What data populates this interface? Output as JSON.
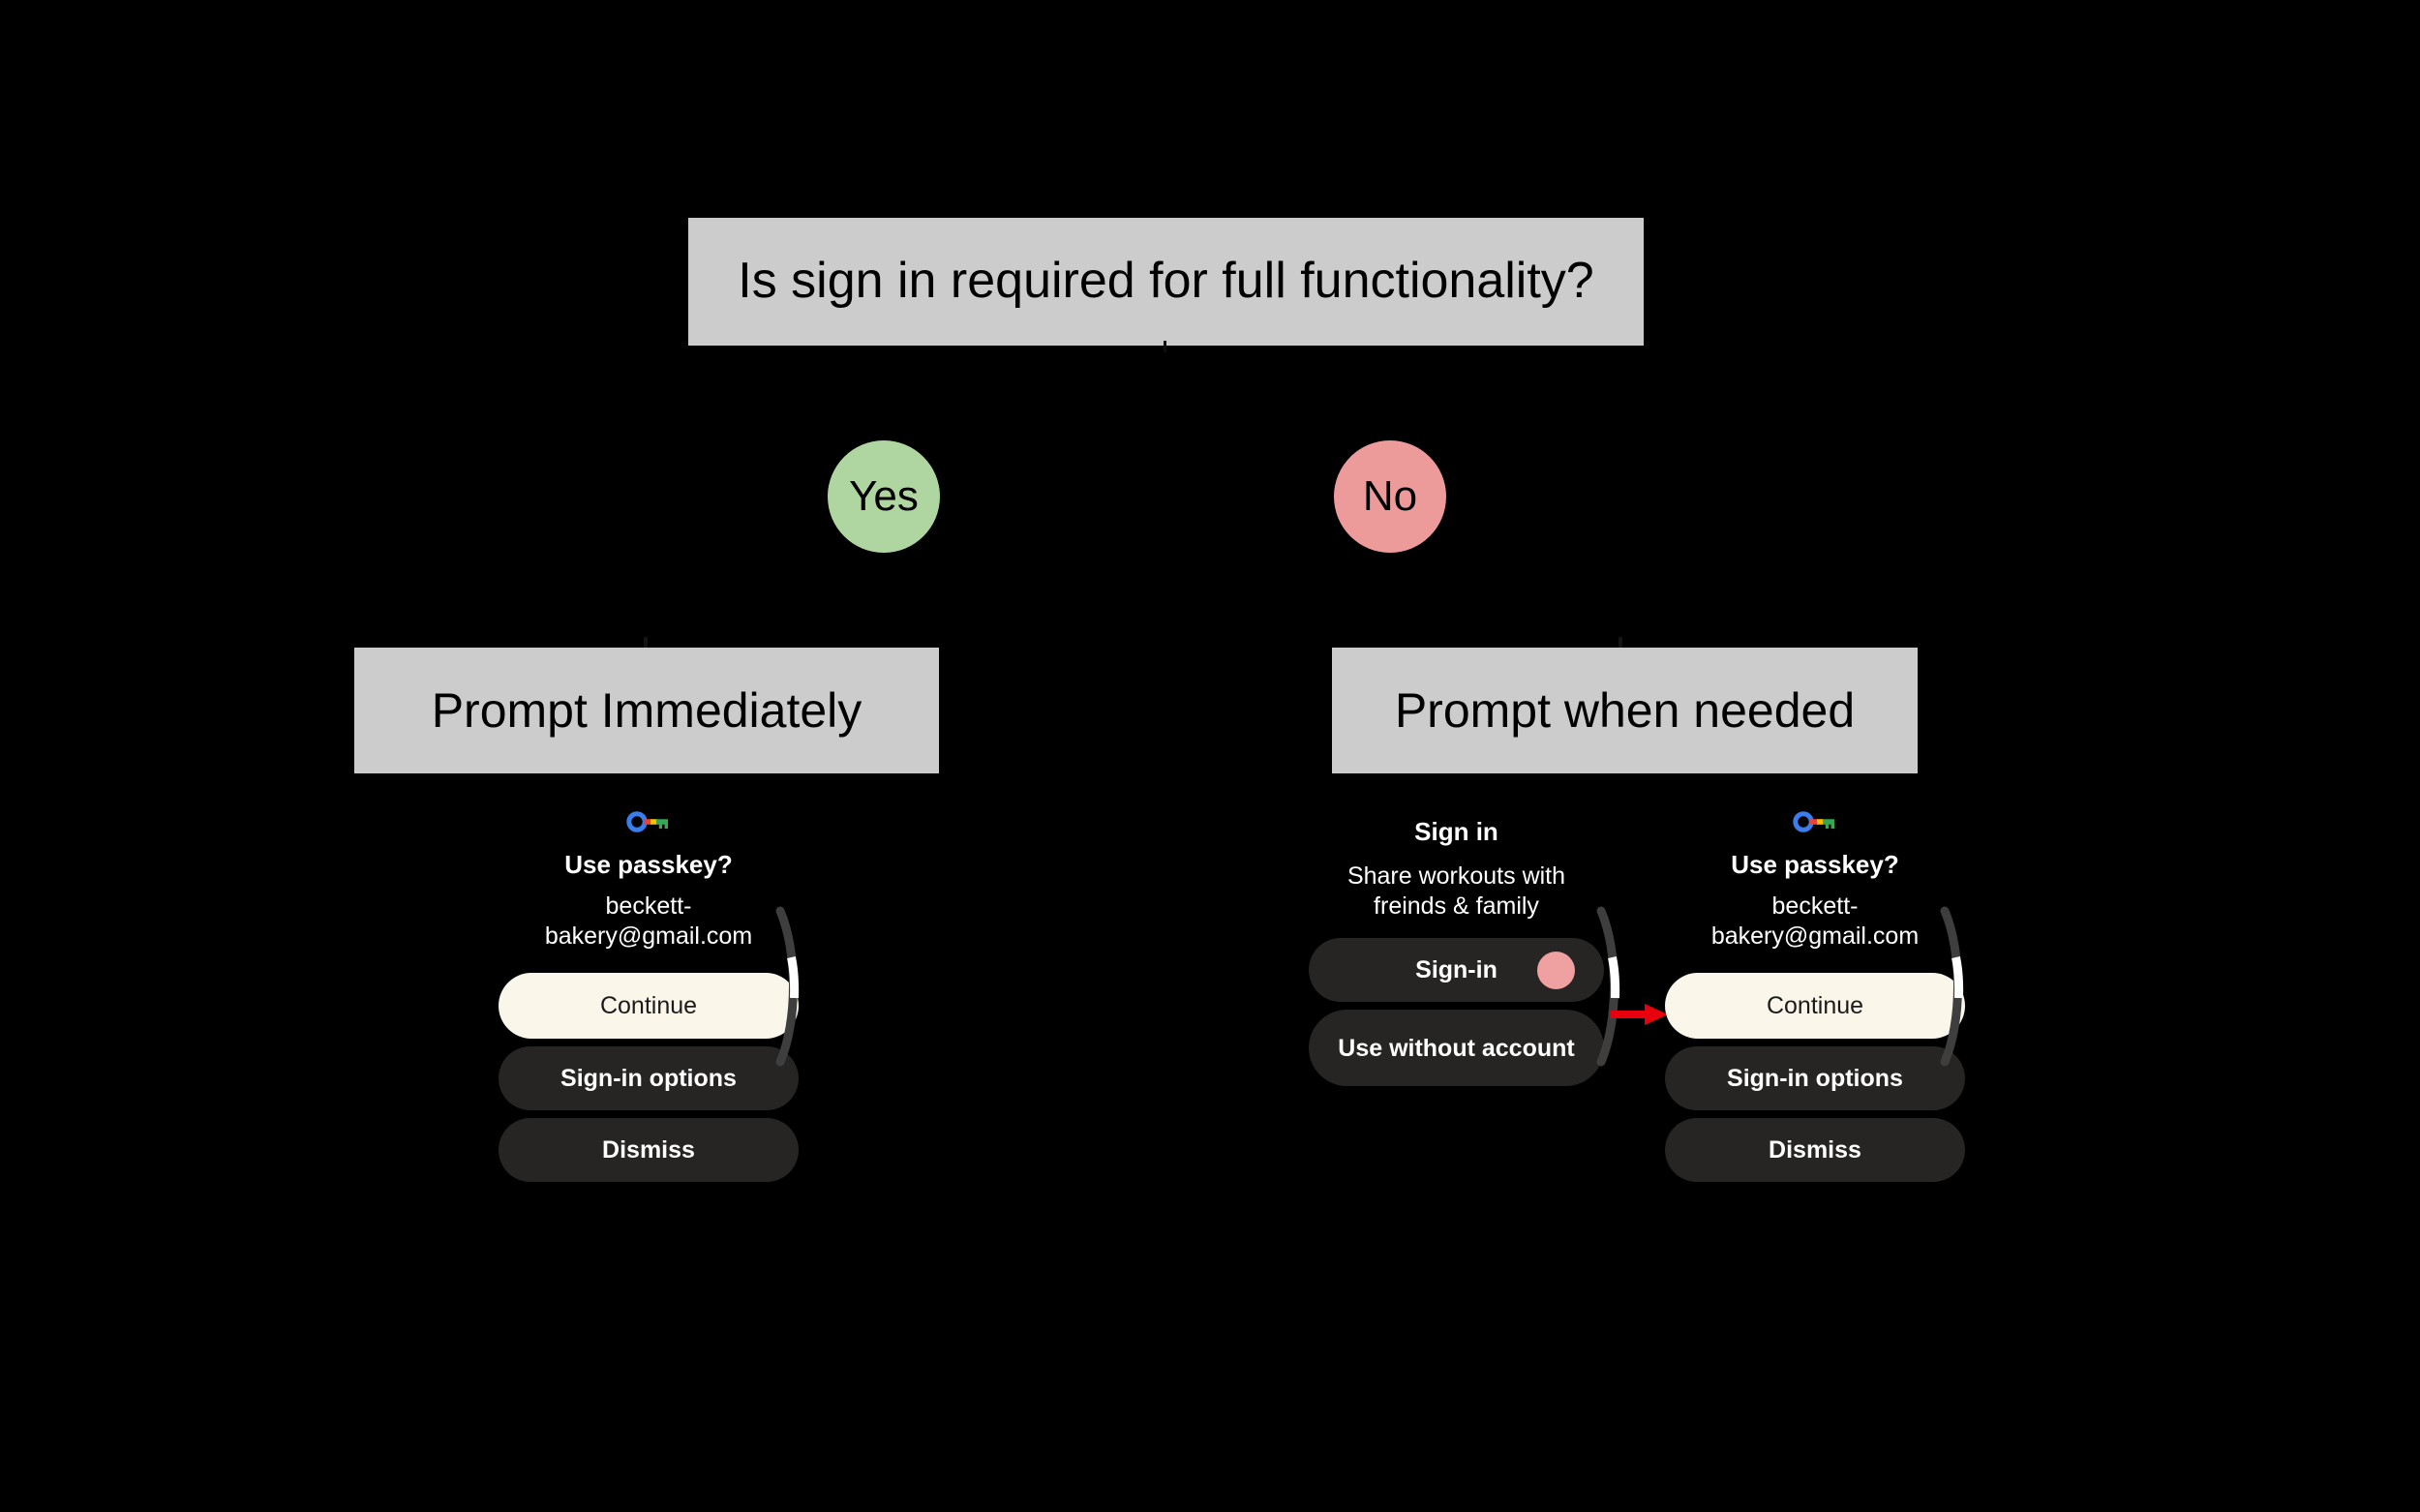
{
  "flow": {
    "question": "Is sign in required for full functionality?",
    "branches": [
      {
        "label": "Yes",
        "color": "#AFD6A0",
        "outcome": "Prompt Immediately"
      },
      {
        "label": "No",
        "color": "#EC9A9A",
        "outcome": "Prompt when needed"
      }
    ],
    "outcome_left": "Prompt Immediately",
    "outcome_right": "Prompt when needed"
  },
  "cards": {
    "left_passkey": {
      "icon": "google-passkey-icon",
      "title": "Use passkey?",
      "subtitle": "beckett-bakery@gmail.com",
      "buttons": [
        {
          "label": "Continue",
          "style": "primary"
        },
        {
          "label": "Sign-in options",
          "style": "secondary"
        },
        {
          "label": "Dismiss",
          "style": "secondary"
        }
      ]
    },
    "middle_signin": {
      "title": "Sign in",
      "subtitle": "Share workouts with freinds & family",
      "buttons": [
        {
          "label": "Sign-in",
          "style": "secondary",
          "has_avatar": true
        },
        {
          "label": "Use without account",
          "style": "secondary"
        }
      ]
    },
    "right_passkey": {
      "icon": "google-passkey-icon",
      "title": "Use passkey?",
      "subtitle": "beckett-bakery@gmail.com",
      "buttons": [
        {
          "label": "Continue",
          "style": "primary"
        },
        {
          "label": "Sign-in options",
          "style": "secondary"
        },
        {
          "label": "Dismiss",
          "style": "secondary"
        }
      ]
    }
  },
  "annotations": {
    "arrow": "red-arrow-to-continue"
  },
  "colors": {
    "background": "#000000",
    "box_fill": "#CCCCCC",
    "yes": "#AFD6A0",
    "no": "#EC9A9A",
    "primary_button": "#FAF6EA",
    "secondary_button": "#262523",
    "avatar": "#EFA0A0",
    "arrow": "#E8000D",
    "scroll_track": "#3E3E3E",
    "scroll_thumb": "#FFFFFF"
  }
}
